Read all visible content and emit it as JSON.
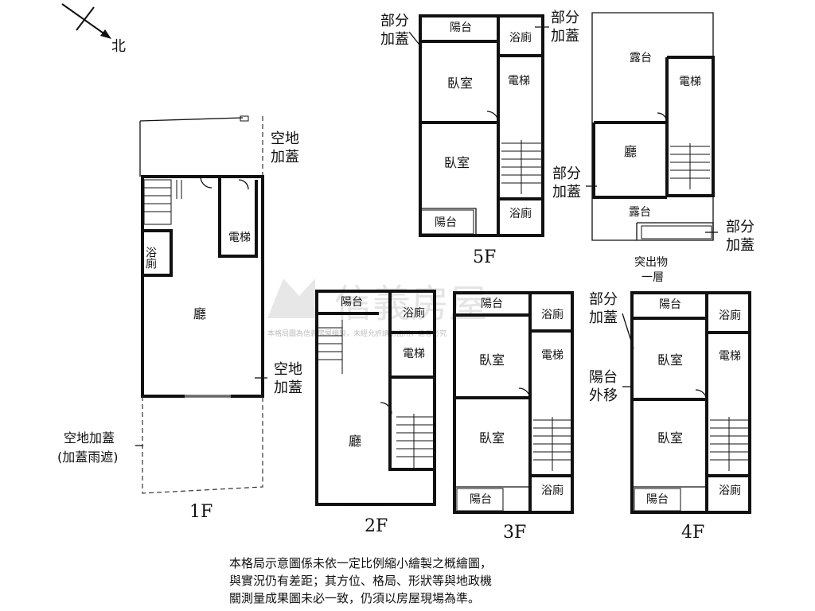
{
  "compass": {
    "north_label": "北"
  },
  "watermark": {
    "brand": "信義房屋",
    "notice": "本格局圖為信義房屋繪製，未經允許請勿盜用，違者必究"
  },
  "rooms": {
    "living": "廳",
    "bedroom": "臥室",
    "bath": "浴廁",
    "elevator": "電梯",
    "balcony": "陽台",
    "terrace": "露台"
  },
  "annotations": {
    "yard_cover_1": "空地",
    "yard_cover_2": "加蓋",
    "yard_cover_rain_1": "空地加蓋",
    "yard_cover_rain_2": "(加蓋雨遮)",
    "partial_cover_1": "部分",
    "partial_cover_2": "加蓋",
    "balcony_moved_1": "陽台",
    "balcony_moved_2": "外移",
    "protrusion_1": "突出物",
    "protrusion_2": "一層"
  },
  "floors": {
    "f1": "1F",
    "f2": "2F",
    "f3": "3F",
    "f4": "4F",
    "f5": "5F"
  },
  "disclaimer": [
    "本格局示意圖係未依一定比例縮小繪製之概繪圖，",
    "與實況仍有差距；其方位、格局、形狀等與地政機",
    "關測量成果圖未必一致，仍須以房屋現場為準。"
  ]
}
